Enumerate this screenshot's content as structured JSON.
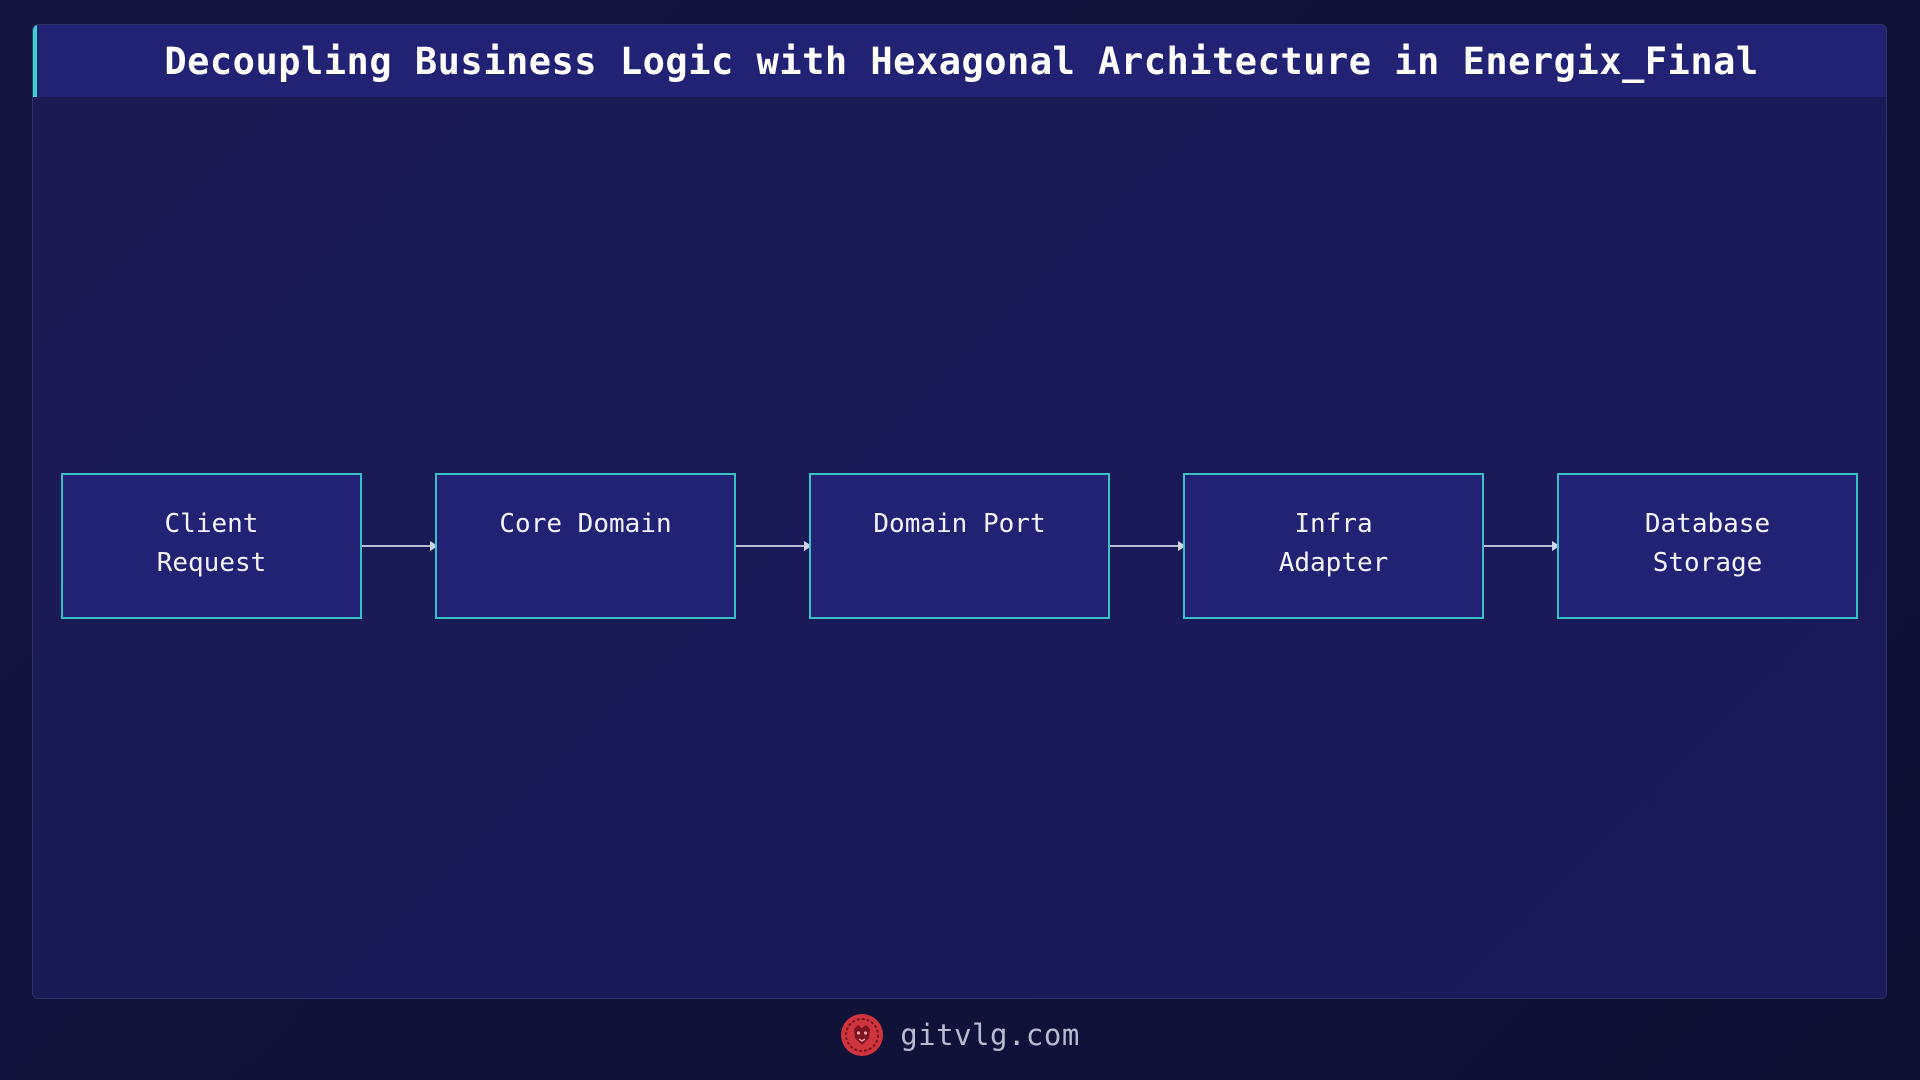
{
  "title": "Decoupling Business Logic with Hexagonal Architecture in Energix_Final",
  "nodes": [
    {
      "label": "Client\nRequest"
    },
    {
      "label": "Core Domain"
    },
    {
      "label": "Domain Port"
    },
    {
      "label": "Infra\nAdapter"
    },
    {
      "label": "Database\nStorage"
    }
  ],
  "footer": {
    "site": "gitvlg.com",
    "logo_icon": "lion-head-icon"
  },
  "colors": {
    "accent": "#3ed0cf",
    "node_fill": "#222274",
    "node_border": "#38c0c4",
    "logo": "#d0343c"
  }
}
